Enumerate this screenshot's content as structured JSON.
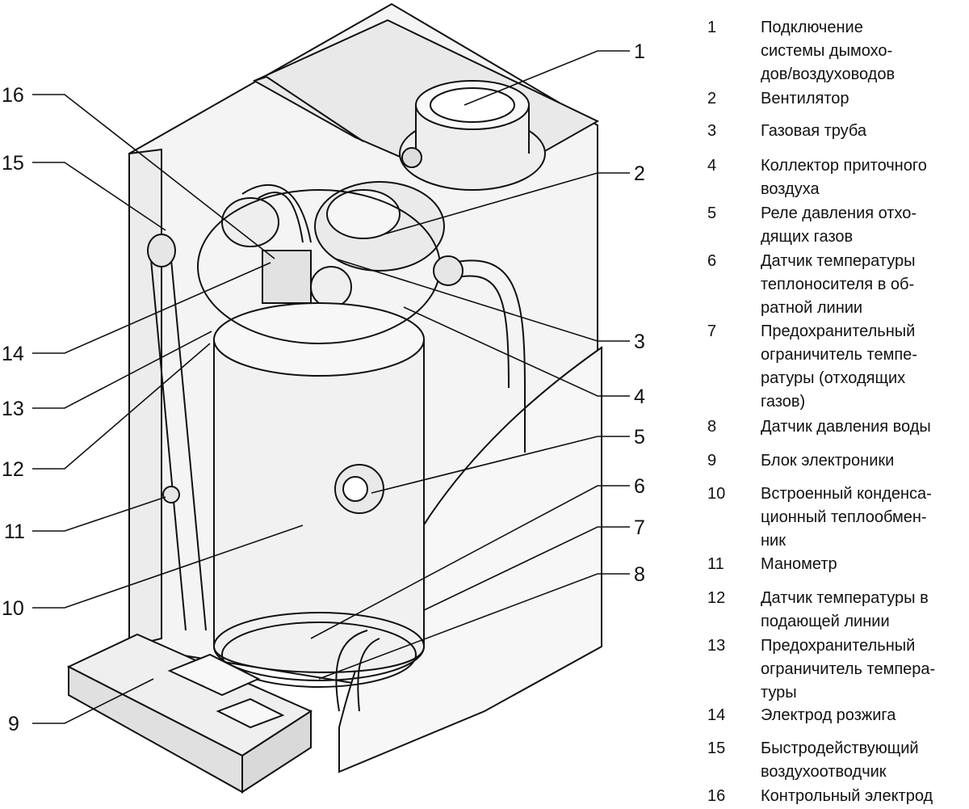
{
  "callouts": [
    {
      "num": "1"
    },
    {
      "num": "2"
    },
    {
      "num": "3"
    },
    {
      "num": "4"
    },
    {
      "num": "5"
    },
    {
      "num": "6"
    },
    {
      "num": "7"
    },
    {
      "num": "8"
    },
    {
      "num": "9"
    },
    {
      "num": "10"
    },
    {
      "num": "11"
    },
    {
      "num": "12"
    },
    {
      "num": "13"
    },
    {
      "num": "14"
    },
    {
      "num": "15"
    },
    {
      "num": "16"
    }
  ],
  "legend": [
    {
      "num": "1",
      "text": "Подключение\nсистемы дымохо-\nдов/воздуховодов"
    },
    {
      "num": "2",
      "text": "Вентилятор"
    },
    {
      "num": "3",
      "text": "Газовая труба"
    },
    {
      "num": "4",
      "text": "Коллектор приточного\nвоздуха"
    },
    {
      "num": "5",
      "text": "Реле давления отхо-\nдящих газов"
    },
    {
      "num": "6",
      "text": "Датчик температуры\nтеплоносителя в об-\nратной линии"
    },
    {
      "num": "7",
      "text": "Предохранительный\nограничитель темпе-\nратуры (отходящих\nгазов)"
    },
    {
      "num": "8",
      "text": "Датчик давления воды"
    },
    {
      "num": "9",
      "text": "Блок электроники"
    },
    {
      "num": "10",
      "text": "Встроенный конденса-\nционный теплообмен-\nник"
    },
    {
      "num": "11",
      "text": "Манометр"
    },
    {
      "num": "12",
      "text": "Датчик температуры в\nподающей линии"
    },
    {
      "num": "13",
      "text": "Предохранительный\nограничитель темпера-\nтуры"
    },
    {
      "num": "14",
      "text": "Электрод розжига"
    },
    {
      "num": "15",
      "text": "Быстродействующий\nвоздухоотводчик"
    },
    {
      "num": "16",
      "text": "Контрольный электрод"
    }
  ]
}
